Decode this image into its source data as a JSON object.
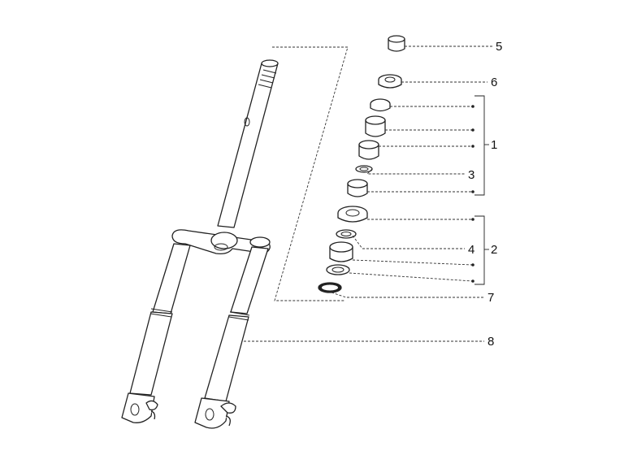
{
  "diagram": {
    "callouts": [
      {
        "id": "5",
        "label": "5"
      },
      {
        "id": "6",
        "label": "6"
      },
      {
        "id": "1",
        "label": "1"
      },
      {
        "id": "3",
        "label": "3"
      },
      {
        "id": "4",
        "label": "4"
      },
      {
        "id": "2",
        "label": "2"
      },
      {
        "id": "7",
        "label": "7"
      },
      {
        "id": "8",
        "label": "8"
      }
    ],
    "colors": {
      "line": "#222222",
      "background": "#ffffff"
    }
  }
}
